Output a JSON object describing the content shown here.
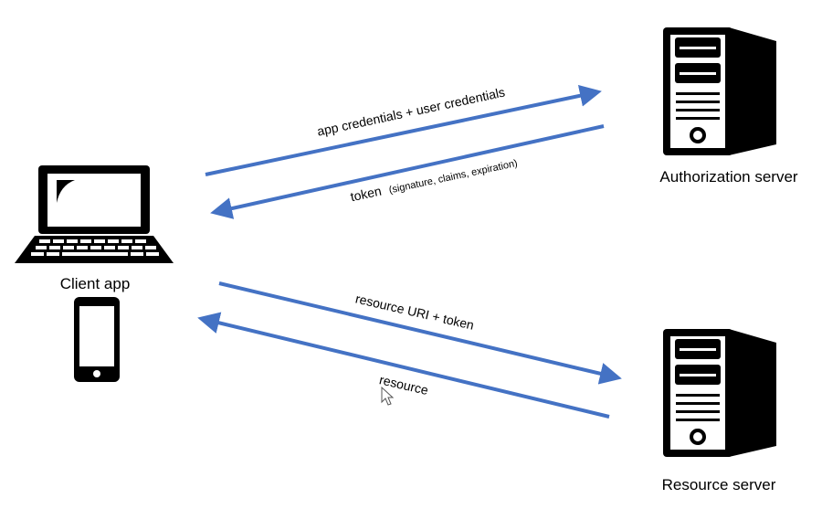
{
  "colors": {
    "arrow": "#4472C4",
    "icon": "#000000",
    "background": "#ffffff"
  },
  "nodes": {
    "client": {
      "label": "Client app"
    },
    "auth_server": {
      "label": "Authorization server"
    },
    "resource_server": {
      "label": "Resource server"
    }
  },
  "edges": {
    "credentials": {
      "label": "app credentials + user credentials"
    },
    "token_main": {
      "label": "token"
    },
    "token_detail": {
      "label": "(signature, claims, expiration)"
    },
    "resource_request": {
      "label": "resource URI + token"
    },
    "resource_response": {
      "label": "resource"
    }
  },
  "icons": {
    "laptop": "laptop-icon",
    "phone": "smartphone-icon",
    "server": "server-tower-icon",
    "cursor": "mouse-pointer-icon"
  }
}
